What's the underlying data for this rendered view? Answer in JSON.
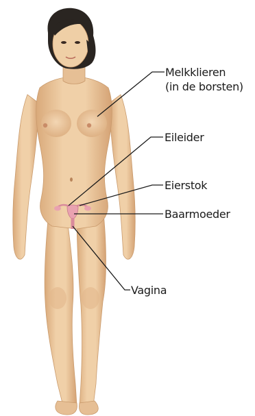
{
  "labels": {
    "mammary_glands_line1": "Melkklieren",
    "mammary_glands_line2": "(in de borsten)",
    "fallopian_tube": "Eileider",
    "ovary": "Eierstok",
    "uterus": "Baarmoeder",
    "vagina": "Vagina"
  },
  "colors": {
    "skin": "#ecc9a0",
    "skin_shade": "#d9a97a",
    "hair": "#2a2521",
    "organ": "#e9a2b0",
    "line": "#1a1a1a"
  }
}
